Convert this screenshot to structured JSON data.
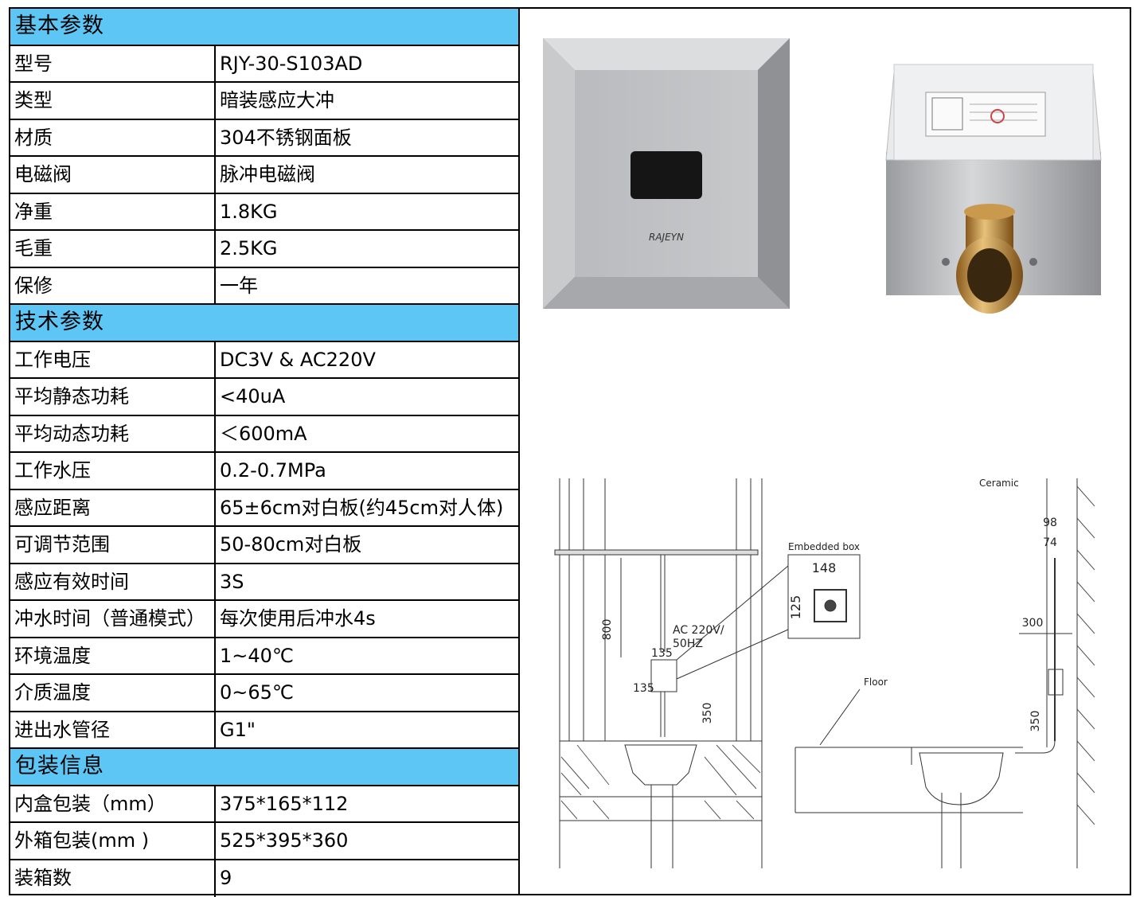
{
  "sections": [
    {
      "title": "基本参数",
      "rows": [
        {
          "k": "型号",
          "v": "RJY-30-S103AD"
        },
        {
          "k": "类型",
          "v": "暗装感应大冲"
        },
        {
          "k": "材质",
          "v": "304不锈钢面板"
        },
        {
          "k": "电磁阀",
          "v": "脉冲电磁阀"
        },
        {
          "k": "净重",
          "v": "1.8KG"
        },
        {
          "k": "毛重",
          "v": "2.5KG"
        },
        {
          "k": "保修",
          "v": "一年"
        }
      ]
    },
    {
      "title": "技术参数",
      "rows": [
        {
          "k": "工作电压",
          "v": "DC3V & AC220V"
        },
        {
          "k": "平均静态功耗",
          "v": "<40uA"
        },
        {
          "k": "平均动态功耗",
          "v": "＜600mA"
        },
        {
          "k": "工作水压",
          "v": "0.2-0.7MPa"
        },
        {
          "k": "感应距离",
          "v": "65±6cm对白板(约45cm对人体)"
        },
        {
          "k": "可调节范围",
          "v": "50-80cm对白板"
        },
        {
          "k": "感应有效时间",
          "v": "3S"
        },
        {
          "k": "冲水时间（普通模式）",
          "v": "每次使用后冲水4s"
        },
        {
          "k": "环境温度",
          "v": "1~40℃"
        },
        {
          "k": "介质温度",
          "v": "0~65℃"
        },
        {
          "k": "进出水管径",
          "v": "G1\""
        }
      ]
    },
    {
      "title": "包装信息",
      "rows": [
        {
          "k": "内盒包装（mm）",
          "v": "375*165*112"
        },
        {
          "k": "外箱包装(mm )",
          "v": "525*395*360"
        },
        {
          "k": "装箱数",
          "v": "9"
        }
      ]
    }
  ],
  "images": {
    "panel_brand": "RAJEYN",
    "panel_icon": "sensor-panel-photo",
    "box_icon": "embedded-box-photo"
  },
  "drawing": {
    "embedded_box_label": "Embedded box",
    "box_width": "148",
    "box_height": "125",
    "power_line1": "AC 220V/",
    "power_line2": "50HZ",
    "dim_135_top": "135",
    "dim_135_side": "135",
    "dim_800": "800",
    "dim_350_left": "350",
    "ceramic_label": "Ceramic",
    "dim_98": "98",
    "dim_74": "74",
    "dim_300": "300",
    "floor_label": "Floor",
    "dim_350_right": "350"
  }
}
